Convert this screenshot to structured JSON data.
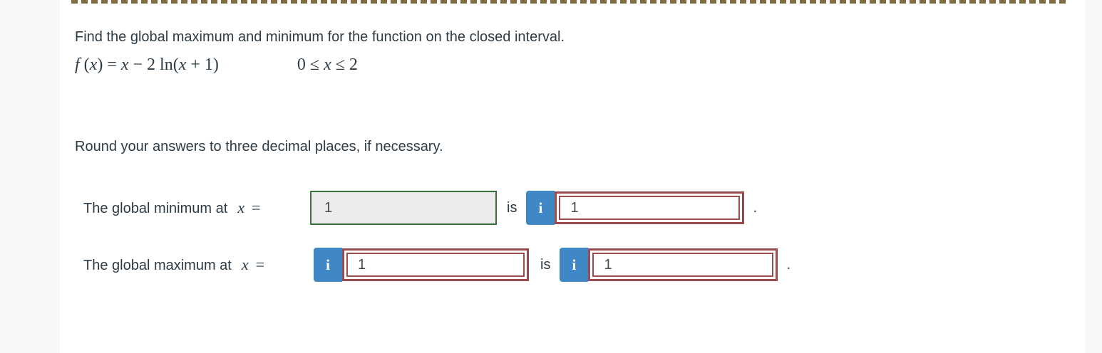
{
  "question": {
    "prompt": "Find the global maximum and minimum for the function on the closed interval.",
    "formula": {
      "parts": [
        {
          "text": "f",
          "italic": true
        },
        {
          "text": " (",
          "italic": false
        },
        {
          "text": "x",
          "italic": true
        },
        {
          "text": ") = ",
          "italic": false
        },
        {
          "text": "x",
          "italic": true
        },
        {
          "text": " − 2 ln(",
          "italic": false
        },
        {
          "text": "x",
          "italic": true
        },
        {
          "text": " + 1)",
          "italic": false
        }
      ],
      "interval_parts": [
        {
          "text": "0 ≤ ",
          "italic": false
        },
        {
          "text": "x",
          "italic": true
        },
        {
          "text": " ≤ 2",
          "italic": false
        }
      ]
    },
    "instruction": "Round your answers to three decimal places, if necessary."
  },
  "answers": {
    "minimum": {
      "label": "The global minimum at",
      "variable": "x",
      "equals": "=",
      "x_input": {
        "value": "1",
        "state": "correct"
      },
      "is_text": "is",
      "f_info_icon": "i",
      "f_input": {
        "value": "1",
        "state": "incorrect"
      },
      "sentence_end": "."
    },
    "maximum": {
      "label": "The global maximum at",
      "variable": "x",
      "equals": "=",
      "x_info_icon": "i",
      "x_input": {
        "value": "1",
        "state": "incorrect"
      },
      "is_text": "is",
      "f_info_icon": "i",
      "f_input": {
        "value": "1",
        "state": "incorrect"
      },
      "sentence_end": "."
    }
  },
  "colors": {
    "text": "#2d3b45",
    "info_button_blue": "#3f87c5",
    "incorrect_border": "#9a4b4b",
    "correct_border": "#3a7039",
    "correct_background": "#ececec",
    "divider_dash": "#7f6d3f",
    "page_background": "#f8f8f8",
    "panel_background": "#ffffff"
  }
}
